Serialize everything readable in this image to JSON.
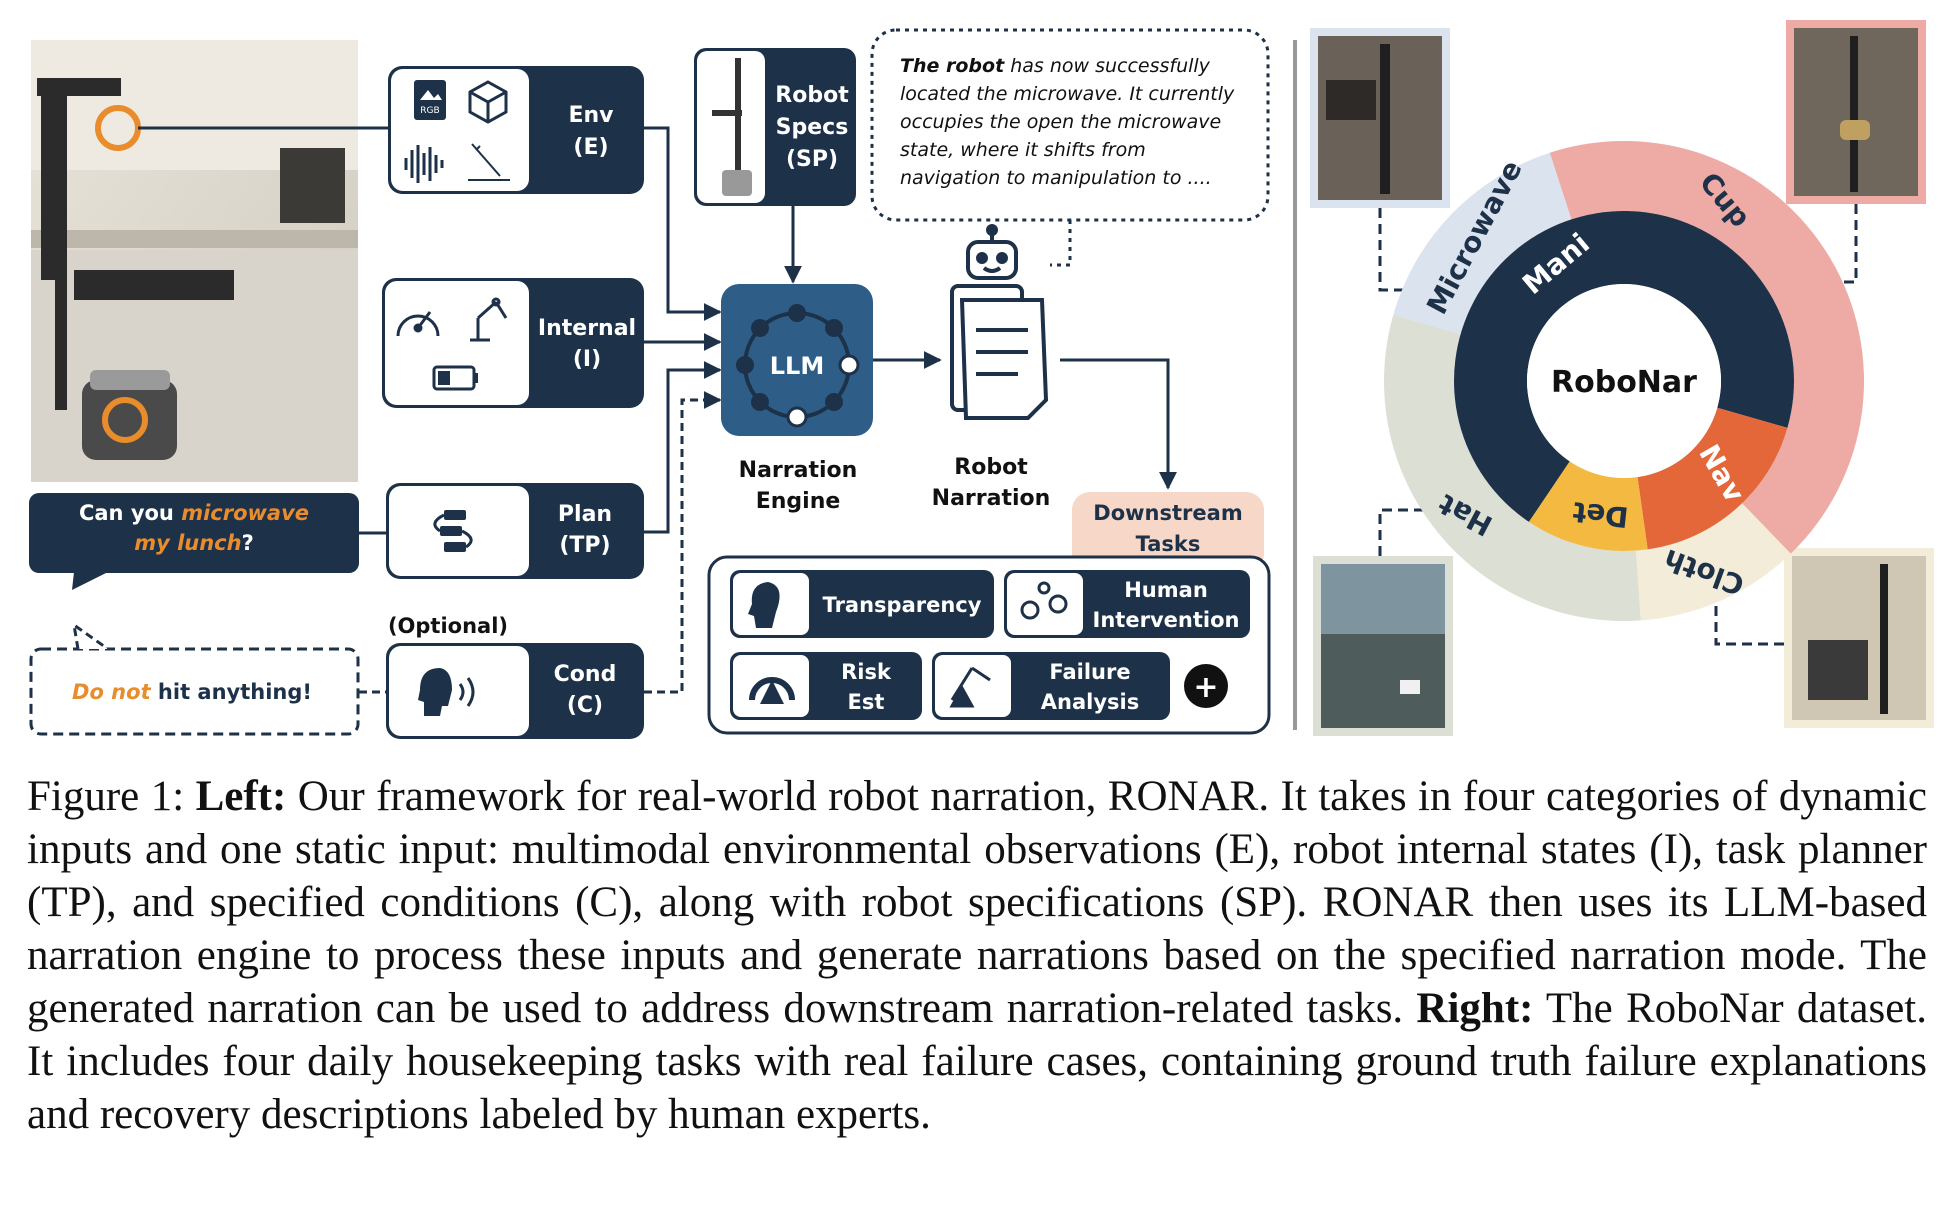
{
  "left": {
    "inputs": [
      {
        "id": "env",
        "name": "Env",
        "abbr": "(E)"
      },
      {
        "id": "internal",
        "name": "Internal",
        "abbr": "(I)"
      },
      {
        "id": "plan",
        "name": "Plan",
        "abbr": "(TP)"
      },
      {
        "id": "cond",
        "name": "Cond",
        "abbr": "(C)",
        "tag": "(Optional)"
      }
    ],
    "env_icon_text": "RGB",
    "specs": {
      "line1": "Robot",
      "line2": "Specs",
      "line3": "(SP)"
    },
    "user_request": {
      "p1": "Can you ",
      "h1": "microwave",
      "h2": "my lunch",
      "p2": "?"
    },
    "condition": {
      "h1": "Do not",
      "p1": " hit anything!"
    },
    "engine": {
      "label": "LLM",
      "caption1": "Narration",
      "caption2": "Engine"
    },
    "narration": {
      "caption1": "Robot",
      "caption2": "Narration"
    },
    "speech": {
      "bold_lead": "The robot",
      "line1": " has now successfully",
      "line2": "located the microwave. It currently",
      "line3": "occupies the open the microwave",
      "line4": "state, where it shifts from",
      "line5": "navigation to manipulation to ...."
    },
    "downstream": {
      "title1": "Downstream",
      "title2": "Tasks",
      "tasks": [
        {
          "line1": "Transparency",
          "line2": ""
        },
        {
          "line1": "Human",
          "line2": "Intervention"
        },
        {
          "line1": "Risk",
          "line2": "Est"
        },
        {
          "line1": "Failure",
          "line2": "Analysis"
        }
      ],
      "plus": "+"
    }
  },
  "right": {
    "center": "RoboNar",
    "inner": [
      {
        "label": "Mani",
        "color": "#1d3149"
      },
      {
        "label": "Nav",
        "color": "#e4673a"
      },
      {
        "label": "Det",
        "color": "#f3b940"
      }
    ],
    "outer": [
      {
        "label": "Microwave",
        "color": "#dbe3ee"
      },
      {
        "label": "Cup",
        "color": "#eeaaa4"
      },
      {
        "label": "Cloth",
        "color": "#f3ecd8"
      },
      {
        "label": "Hat",
        "color": "#dcdfd4"
      }
    ]
  },
  "colors": {
    "navy": "#1d3149",
    "orange": "#e88c2c",
    "peach": "#f6d7c8",
    "photo_bg": "#d6d3cb"
  },
  "caption": {
    "fig": "Figure 1: ",
    "left_b": "Left:",
    "left_t": " Our framework for real-world robot narration, RONAR. It takes in four categories of dynamic inputs and one static input: multimodal environmental observations (E), robot internal states (I), task planner (TP), and specified conditions (C), along with robot specifications (SP). RONAR then uses its LLM-based narration engine to process these inputs and generate narrations based on the specified narration mode. The generated narration can be used to address downstream narration-related tasks. ",
    "right_b": "Right:",
    "right_t": " The RoboNar dataset. It includes four daily housekeeping tasks with real failure cases, containing ground truth failure explanations and recovery descriptions labeled by human experts."
  }
}
